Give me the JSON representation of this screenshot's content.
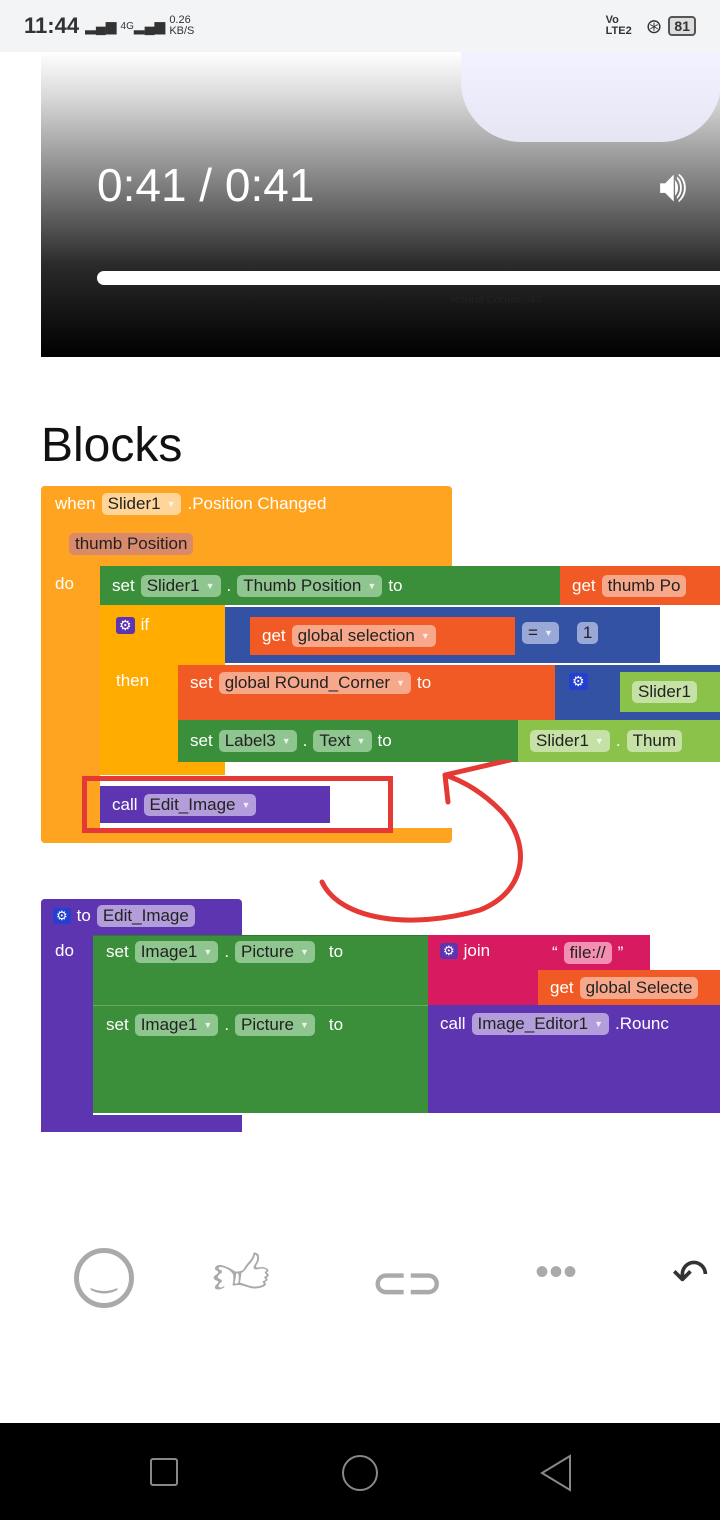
{
  "status": {
    "time": "11:44",
    "net": "4G",
    "speed": "0.26",
    "speed_unit": "KB/S",
    "volte": "Vo LTE2",
    "battery": "81"
  },
  "video": {
    "time": "0:41 / 0:41",
    "progress": 1.0,
    "ghost_text": "Round Corner : 47"
  },
  "heading": "Blocks",
  "event": {
    "when": "when",
    "component": "Slider1",
    ".event": ".Position Changed",
    "param": "thumb Position",
    "do": "do"
  },
  "set1": {
    "set": "set",
    "component": "Slider1",
    "prop": "Thumb Position",
    "to": "to",
    "get": "get",
    "var": "thumb Po"
  },
  "ifblk": {
    "if": "if",
    "then": "then",
    "get": "get",
    "var": "global selection",
    "op": "=",
    "num": "1"
  },
  "set2": {
    "set": "set",
    "var": "global ROund_Corner",
    "to": "to",
    "comp": "Slider1"
  },
  "set3": {
    "set": "set",
    "component": "Label3",
    "prop": "Text",
    "to": "to",
    "comp": "Slider1",
    "prop2": "Thum"
  },
  "call": {
    "call": "call",
    "proc": "Edit_Image"
  },
  "proc": {
    "to": "to",
    "name": "Edit_Image",
    "do": "do"
  },
  "pset1": {
    "set": "set",
    "component": "Image1",
    "prop": "Picture",
    "to": "to",
    "join": "join",
    "text": "file://",
    "get": "get",
    "var": "global Selecte"
  },
  "pset2": {
    "set": "set",
    "component": "Image1",
    "prop": "Picture",
    "to": "to",
    "call": "call",
    "comp": "Image_Editor1",
    "method": ".Rounc"
  },
  "colors": {
    "event": "#FFA421",
    "green": "#3B8E3A",
    "var": "#F15A24",
    "logic": "#3452A3",
    "purple": "#5E35B1",
    "pink": "#D81B60",
    "annot": "#E53935"
  }
}
